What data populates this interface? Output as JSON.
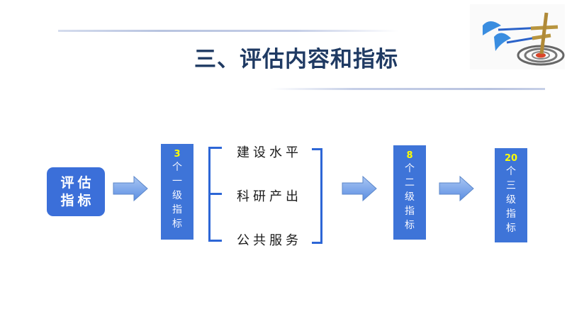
{
  "header": {
    "title": "三、评估内容和指标",
    "logo_icon": "darts-target-icon"
  },
  "flow": {
    "root": {
      "lines": [
        "评估",
        "指标"
      ]
    },
    "level1": {
      "count": "3",
      "chars": [
        "个",
        "一",
        "级",
        "指",
        "标"
      ]
    },
    "level1_items": [
      "建设水平",
      "科研产出",
      "公共服务"
    ],
    "level2": {
      "count": "8",
      "chars": [
        "个",
        "二",
        "级",
        "指",
        "标"
      ]
    },
    "level3": {
      "count": "20",
      "chars": [
        "个",
        "三",
        "级",
        "指",
        "标"
      ]
    }
  },
  "colors": {
    "title": "#1f3a63",
    "box": "#3e74d8",
    "count": "#ffff00",
    "bracket": "#2d66d6",
    "arrow": "#6f9de8"
  }
}
